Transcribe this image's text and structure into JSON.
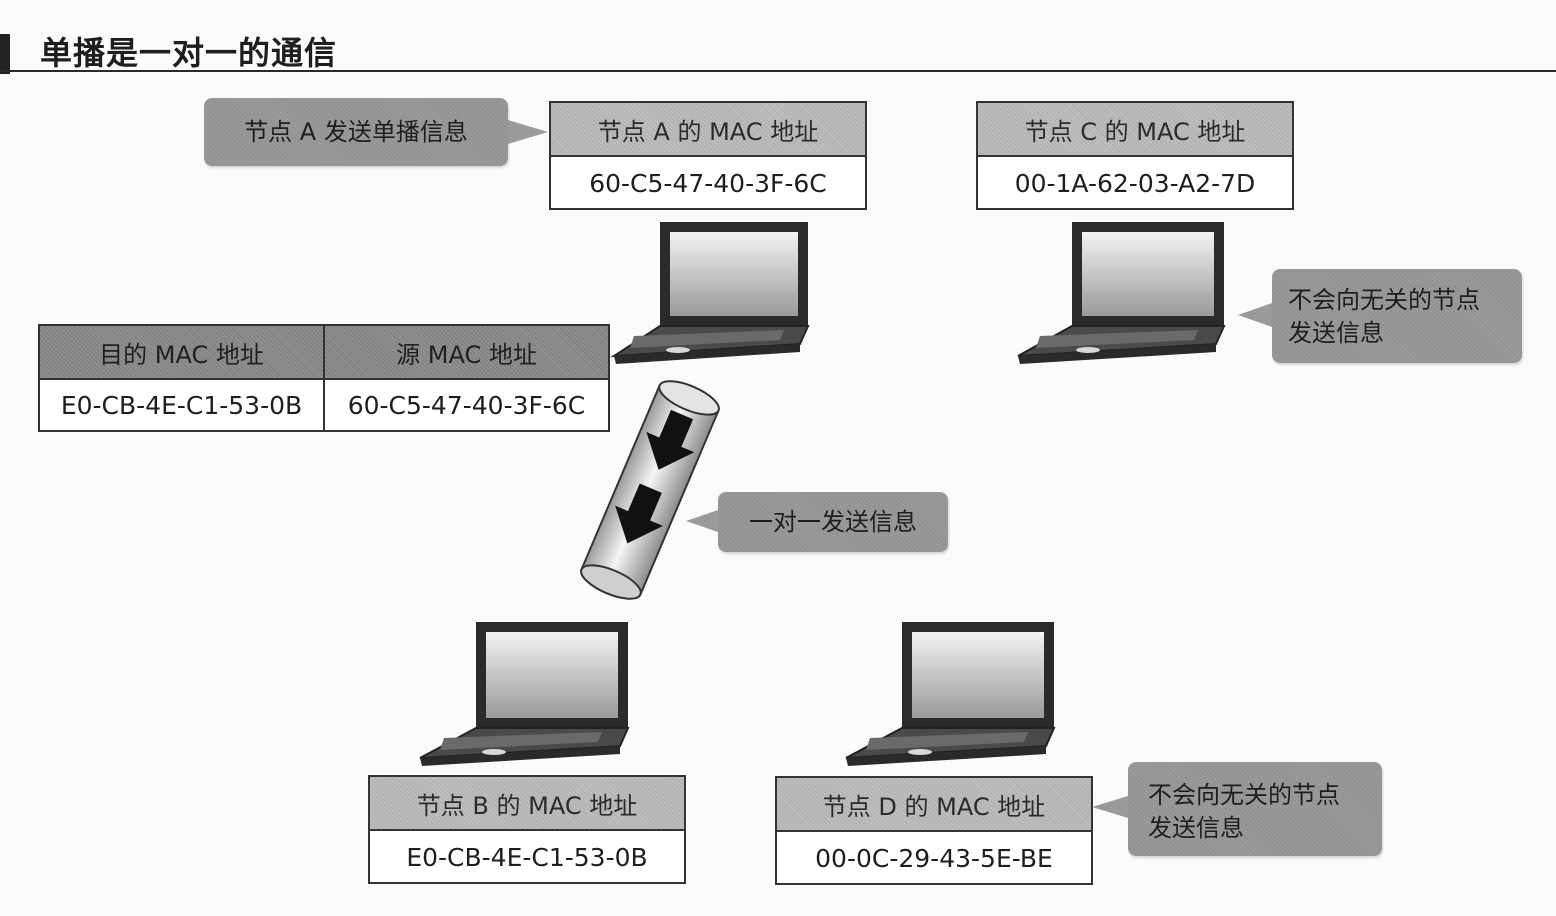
{
  "title": "单播是一对一的通信",
  "nodes": {
    "a": {
      "label": "节点 A 的 MAC 地址",
      "mac": "60-C5-47-40-3F-6C"
    },
    "b": {
      "label": "节点 B 的 MAC 地址",
      "mac": "E0-CB-4E-C1-53-0B"
    },
    "c": {
      "label": "节点 C 的 MAC 地址",
      "mac": "00-1A-62-03-A2-7D"
    },
    "d": {
      "label": "节点 D 的 MAC 地址",
      "mac": "00-0C-29-43-5E-BE"
    }
  },
  "frame": {
    "dest_header": "目的 MAC 地址",
    "src_header": "源 MAC 地址",
    "dest_value": "E0-CB-4E-C1-53-0B",
    "src_value": "60-C5-47-40-3F-6C"
  },
  "callouts": {
    "send": "节点 A 发送单播信息",
    "one_to_one": "一对一发送信息",
    "not_sent_c_line1": "不会向无关的节点",
    "not_sent_c_line2": "发送信息",
    "not_sent_d_line1": "不会向无关的节点",
    "not_sent_d_line2": "发送信息"
  },
  "colors": {
    "callout": "#9a9a9a",
    "header_light": "#bdbdbd",
    "header_dark": "#8f8f8f",
    "border": "#333333"
  },
  "icons": [
    "laptop-icon",
    "down-arrow-icon",
    "pipe-icon"
  ]
}
